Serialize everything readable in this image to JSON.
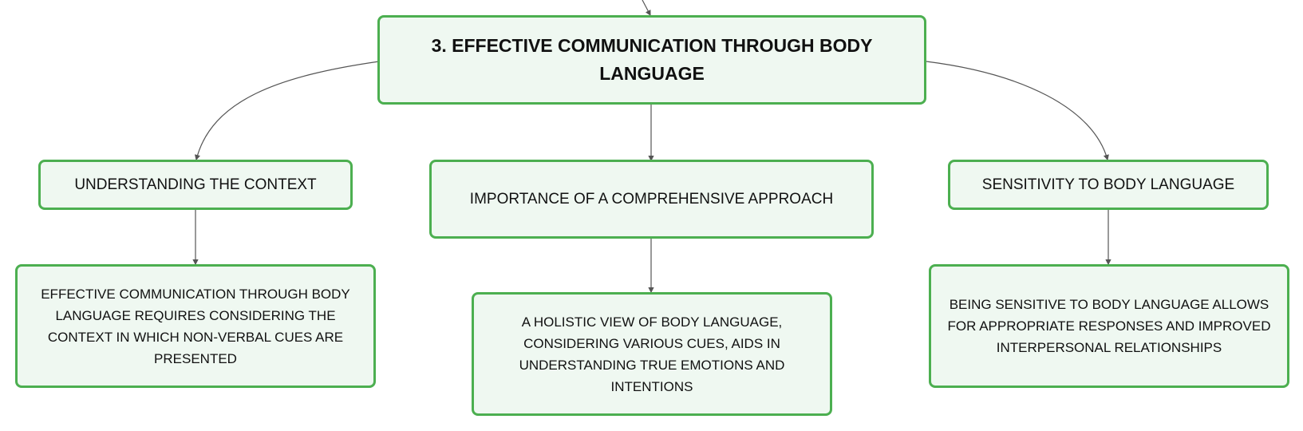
{
  "root": {
    "label": "3. EFFECTIVE COMMUNICATION THROUGH BODY LANGUAGE"
  },
  "branches": [
    {
      "label": "UNDERSTANDING THE CONTEXT"
    },
    {
      "label": "IMPORTANCE OF A COMPREHENSIVE APPROACH"
    },
    {
      "label": "SENSITIVITY TO BODY LANGUAGE"
    }
  ],
  "details": [
    {
      "label": "EFFECTIVE COMMUNICATION THROUGH BODY LANGUAGE REQUIRES CONSIDERING THE CONTEXT IN WHICH NON-VERBAL CUES ARE PRESENTED"
    },
    {
      "label": "A HOLISTIC VIEW OF BODY LANGUAGE, CONSIDERING VARIOUS CUES, AIDS IN UNDERSTANDING TRUE EMOTIONS AND INTENTIONS"
    },
    {
      "label": "BEING SENSITIVE TO BODY LANGUAGE ALLOWS FOR APPROPRIATE RESPONSES AND IMPROVED INTERPERSONAL RELATIONSHIPS"
    }
  ],
  "colors": {
    "node_fill": "#eff8f1",
    "node_border": "#4caf50",
    "connector": "#555555",
    "text": "#111111"
  }
}
